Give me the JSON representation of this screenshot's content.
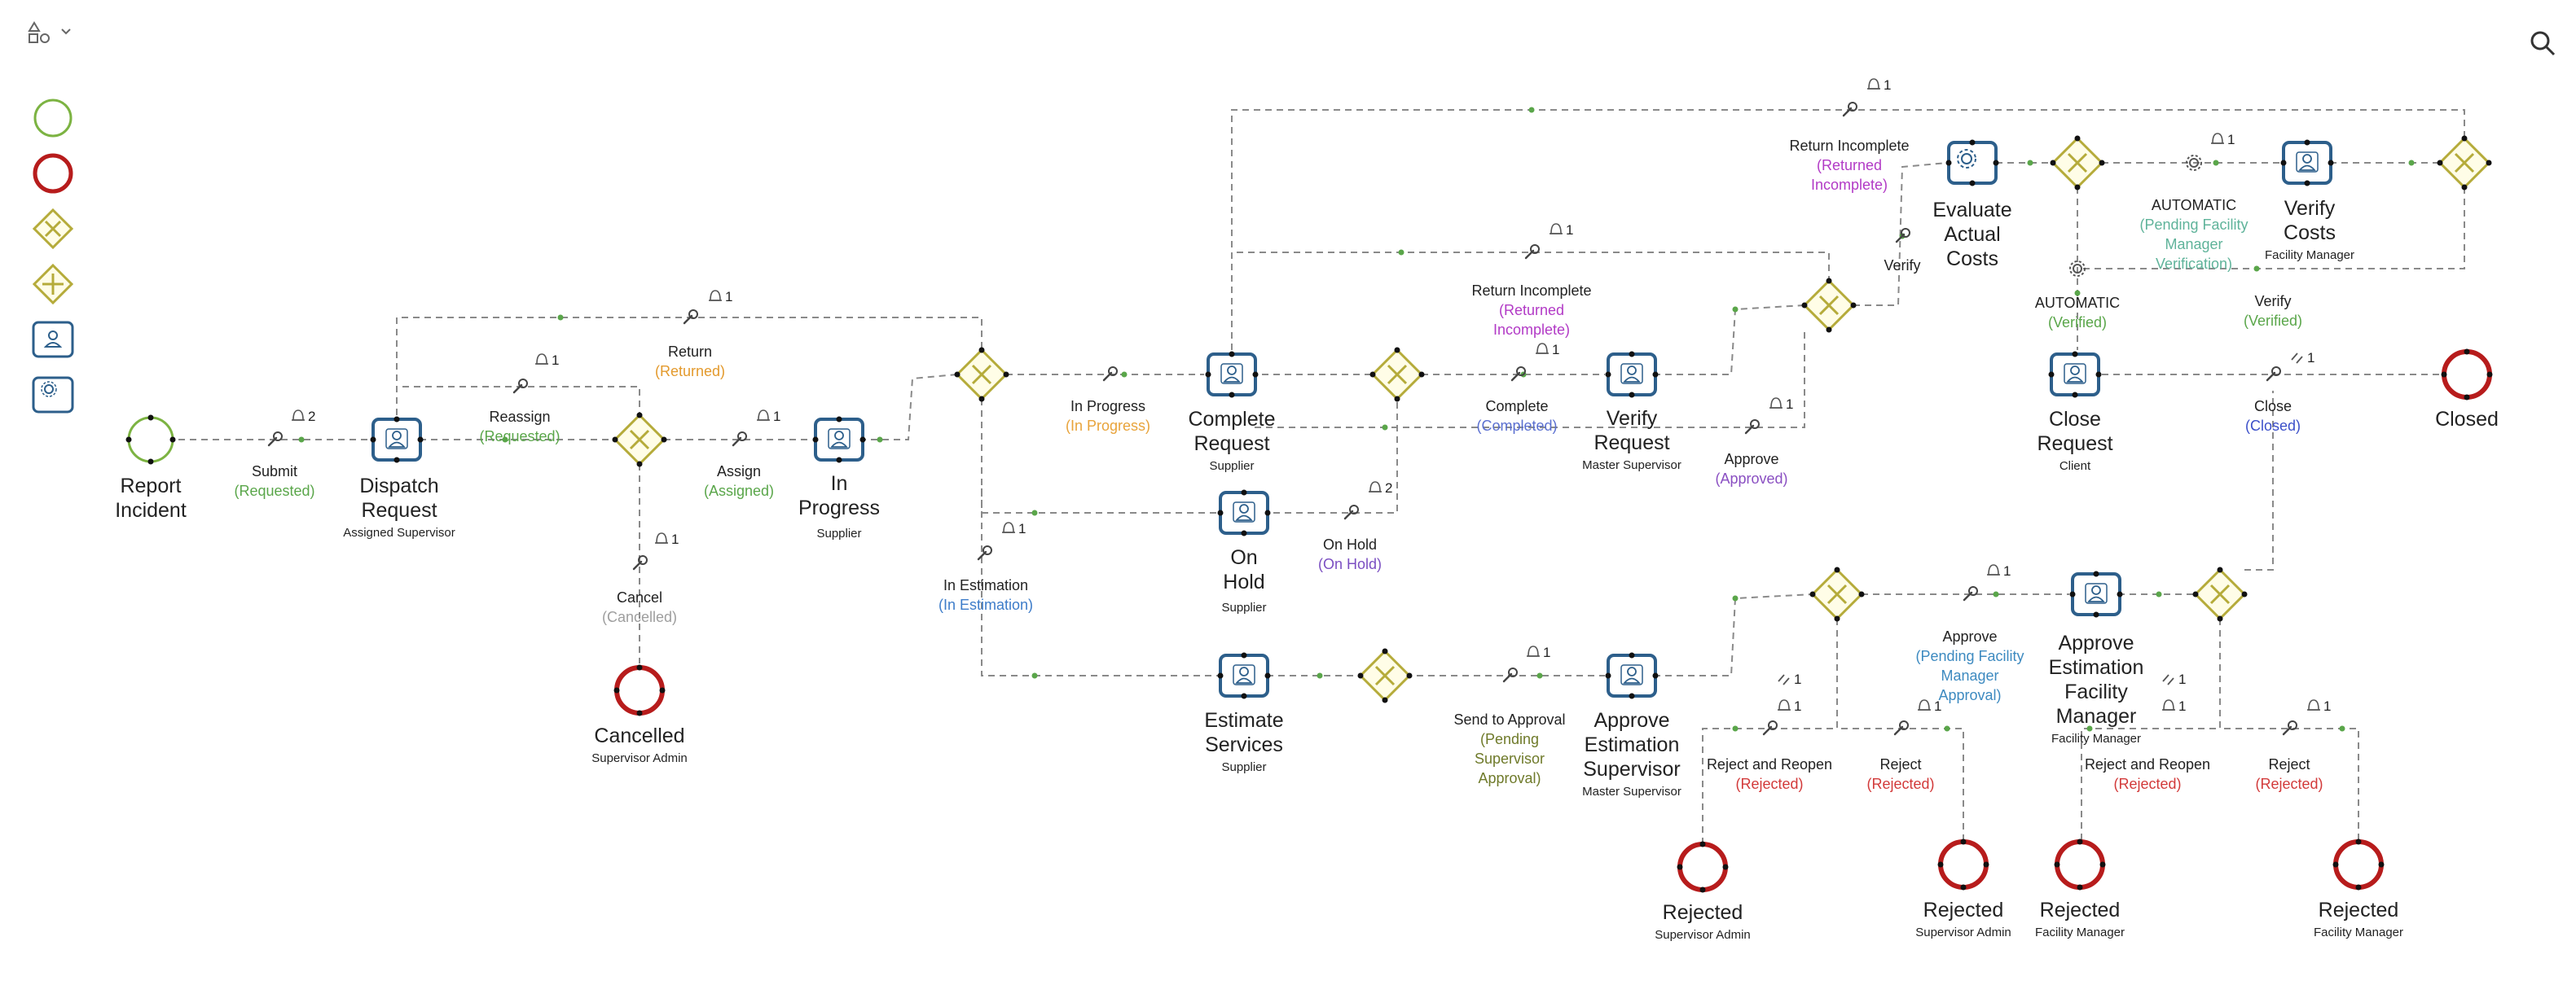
{
  "colors": {
    "start": "#7cb342",
    "end": "#b71c1c",
    "gateway": "#b5ab3a",
    "task": "#2d5f8b",
    "edge": "#8a8a8a",
    "text": "#222222",
    "palette_green": "#7cb342"
  },
  "toolbar": {
    "shapes_icon": "shapes-icon",
    "chevron_icon": "chevron-down-icon",
    "search_icon": "search-icon"
  },
  "palette": [
    {
      "name": "start-event-tool",
      "icon": "circle"
    },
    {
      "name": "end-event-tool",
      "icon": "circle-bold"
    },
    {
      "name": "exclusive-gateway-tool",
      "icon": "gateway-x"
    },
    {
      "name": "parallel-gateway-tool",
      "icon": "gateway-plus"
    },
    {
      "name": "user-task-tool",
      "icon": "user-task"
    },
    {
      "name": "service-task-tool",
      "icon": "service-task"
    }
  ],
  "nodes": {
    "report_incident": {
      "title": [
        "Report",
        "Incident"
      ],
      "role": ""
    },
    "dispatch_request": {
      "title": [
        "Dispatch",
        "Request"
      ],
      "role": "Assigned Supervisor"
    },
    "in_progress": {
      "title": [
        "In",
        "Progress"
      ],
      "role": "Supplier"
    },
    "complete_request": {
      "title": [
        "Complete",
        "Request"
      ],
      "role": "Supplier"
    },
    "on_hold": {
      "title": [
        "On",
        "Hold"
      ],
      "role": "Supplier"
    },
    "estimate_services": {
      "title": [
        "Estimate",
        "Services"
      ],
      "role": "Supplier"
    },
    "verify_request": {
      "title": [
        "Verify",
        "Request"
      ],
      "role": "Master Supervisor"
    },
    "approve_estimation_supervisor": {
      "title": [
        "Approve",
        "Estimation",
        "Supervisor"
      ],
      "role": "Master Supervisor"
    },
    "evaluate_actual_costs": {
      "title": [
        "Evaluate",
        "Actual",
        "Costs"
      ],
      "role": ""
    },
    "verify_costs": {
      "title": [
        "Verify",
        "Costs"
      ],
      "role": "Facility Manager"
    },
    "close_request": {
      "title": [
        "Close",
        "Request"
      ],
      "role": "Client"
    },
    "approve_estimation_fm": {
      "title": [
        "Approve",
        "Estimation",
        "Facility",
        "Manager"
      ],
      "role": "Facility Manager"
    },
    "cancelled": {
      "title": [
        "Cancelled"
      ],
      "role": "Supervisor Admin"
    },
    "closed": {
      "title": [
        "Closed"
      ],
      "role": ""
    },
    "rejected_1": {
      "title": [
        "Rejected"
      ],
      "role": "Supervisor Admin"
    },
    "rejected_2": {
      "title": [
        "Rejected"
      ],
      "role": "Supervisor Admin"
    },
    "rejected_3": {
      "title": [
        "Rejected"
      ],
      "role": "Facility Manager"
    },
    "rejected_4": {
      "title": [
        "Rejected"
      ],
      "role": "Facility Manager"
    }
  },
  "transitions": {
    "submit": {
      "label": "Submit",
      "status": "(Requested)",
      "count": "2"
    },
    "reassign": {
      "label": "Reassign",
      "status": "(Requested)",
      "count": "1"
    },
    "return": {
      "label": "Return",
      "status": "(Returned)",
      "count": "1"
    },
    "assign": {
      "label": "Assign",
      "status": "(Assigned)",
      "count": "1"
    },
    "cancel": {
      "label": "Cancel",
      "status": "(Cancelled)",
      "count": "1"
    },
    "in_progress": {
      "label": "In Progress",
      "status": "(In Progress)"
    },
    "in_estimation": {
      "label": "In Estimation",
      "status": "(In Estimation)",
      "count": "1"
    },
    "on_hold": {
      "label": "On Hold",
      "status": "(On Hold)",
      "count": "2"
    },
    "complete": {
      "label": "Complete",
      "status": "(Completed)",
      "count": "1"
    },
    "return_incomplete_1": {
      "label": "Return Incomplete",
      "status": [
        "(Returned",
        "Incomplete)"
      ],
      "count": "1"
    },
    "return_incomplete_2": {
      "label": "Return Incomplete",
      "status": [
        "(Returned",
        "Incomplete)"
      ],
      "count": "1"
    },
    "approve": {
      "label": "Approve",
      "status": "(Approved)",
      "count": "1"
    },
    "verify_label": {
      "label": "Verify"
    },
    "automatic_1": {
      "label": "AUTOMATIC",
      "status": [
        "(Pending Facility",
        "Manager",
        "Verification)"
      ],
      "count": "1"
    },
    "automatic_2": {
      "label": "AUTOMATIC",
      "status": "(Verified)"
    },
    "verify_2": {
      "label": "Verify",
      "status": "(Verified)"
    },
    "close": {
      "label": "Close",
      "status": "(Closed)",
      "count": "1"
    },
    "send_to_approval": {
      "label": "Send to Approval",
      "status": [
        "(Pending",
        "Supervisor",
        "Approval)"
      ],
      "count": "1"
    },
    "approve_pending_fm": {
      "label": "Approve",
      "status": [
        "(Pending Facility",
        "Manager",
        "Approval)"
      ],
      "count": "1"
    },
    "reject_reopen_1": {
      "label": "Reject and Reopen",
      "status": "(Rejected)",
      "count": "1",
      "count2": "1"
    },
    "reject_1": {
      "label": "Reject",
      "status": "(Rejected)",
      "count": "1"
    },
    "reject_reopen_2": {
      "label": "Reject and Reopen",
      "status": "(Rejected)",
      "count": "1",
      "count2": "1"
    },
    "reject_2": {
      "label": "Reject",
      "status": "(Rejected)",
      "count": "1"
    }
  },
  "status_colors": {
    "requested": "#5aa64a",
    "returned": "#e39a2d",
    "assigned": "#5aa64a",
    "cancelled": "#9e9e9e",
    "in_progress": "#e8a33a",
    "in_estimation": "#3d7cc9",
    "on_hold": "#7b4fc2",
    "completed": "#5a6fd0",
    "returned_incomplete": "#b23ac6",
    "approved": "#8a4fc2",
    "pending_fm_verification": "#5fb39a",
    "verified": "#5aa64a",
    "closed": "#3b4fc9",
    "pending_supervisor": "#6f7a2a",
    "pending_fm_approval": "#3d8ac0",
    "rejected": "#d23a3a"
  }
}
